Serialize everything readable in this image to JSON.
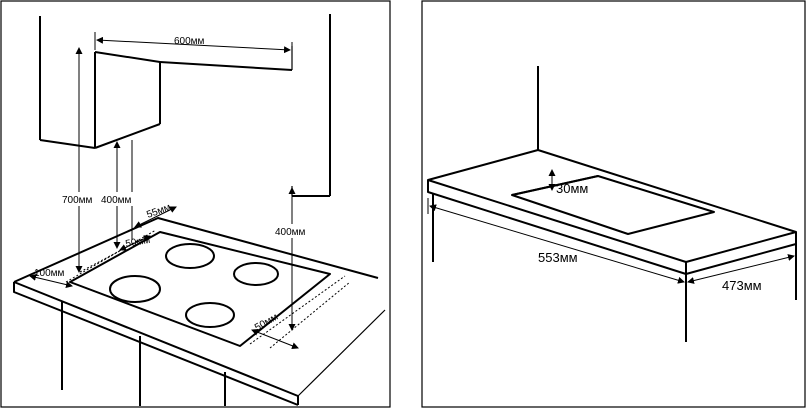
{
  "left_panel": {
    "dim_width": "600мм",
    "dim_height_wall": "700мм",
    "dim_height_cabinet": "400мм",
    "dim_height_right": "400мм",
    "dim_back": "55мм",
    "dim_side_left": "50мм",
    "dim_front": "100мм",
    "dim_side_right": "50мм"
  },
  "right_panel": {
    "dim_depth_cut": "30мм",
    "dim_length": "553мм",
    "dim_width": "473мм"
  }
}
